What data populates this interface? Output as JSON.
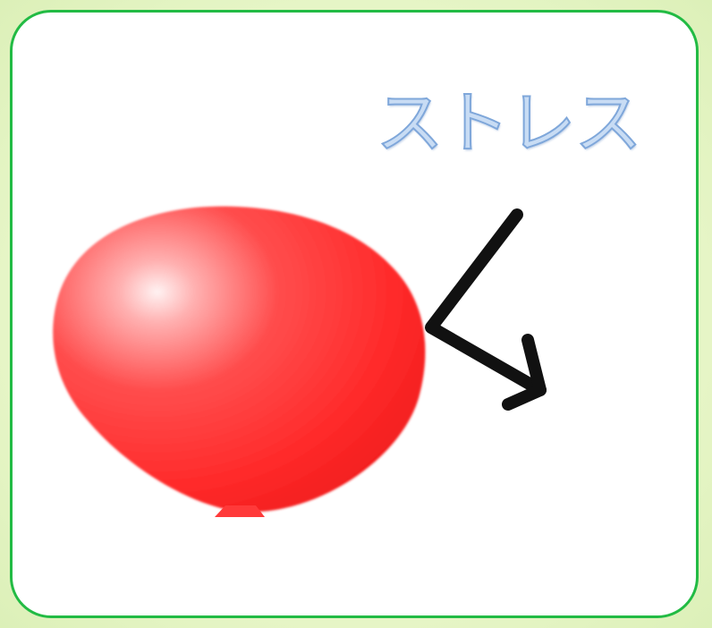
{
  "label": {
    "text": "ストレス"
  },
  "colors": {
    "background": "#e6f5c6",
    "frame_border": "#22bb44",
    "balloon": "#ff2222",
    "arrow": "#111111",
    "label_fill": "#c8dcf4",
    "label_outline": "#7fa7da"
  },
  "icons": {
    "balloon": "red-balloon",
    "arrow": "black-bent-arrow"
  }
}
